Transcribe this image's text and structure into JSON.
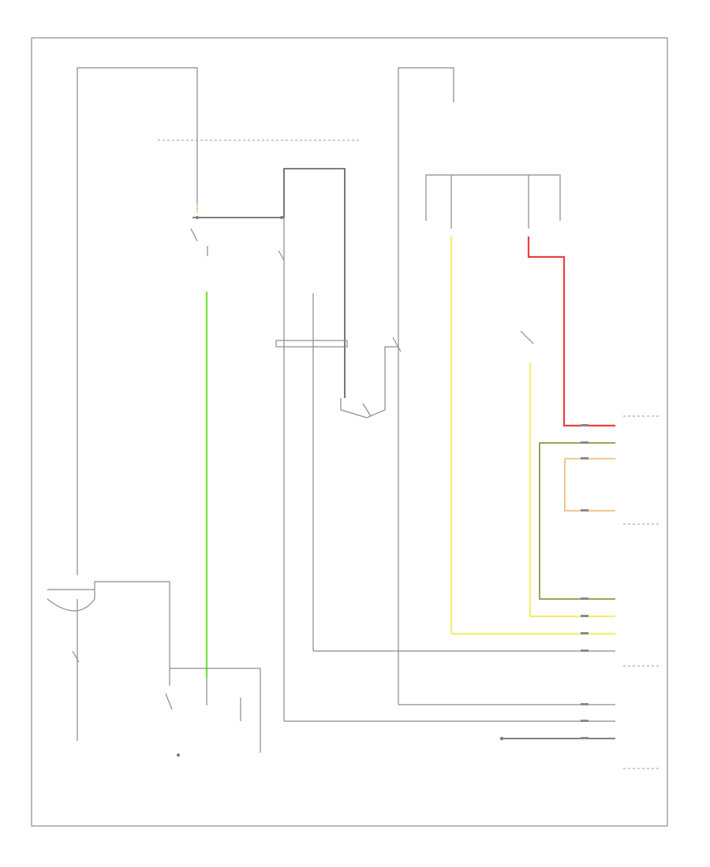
{
  "page": {
    "footer_code": ""
  },
  "colors": {
    "green": "#7ee04a",
    "yellow": "#efef70",
    "red": "#ee3e3e",
    "orange": "#f0c890",
    "olive": "#9aa45a",
    "wire": "#8a8a8a"
  },
  "icons": {
    "splice": "filled-circle-dot",
    "switch": "open-switch-contact",
    "ground": "ground-terminal"
  },
  "components": {
    "fuse_box_top": "",
    "starter_relay": "",
    "ignition_switch": "",
    "transmission_switch": "",
    "left_junction": "",
    "starter_motor": "",
    "battery": "",
    "ecm_connector": ""
  }
}
